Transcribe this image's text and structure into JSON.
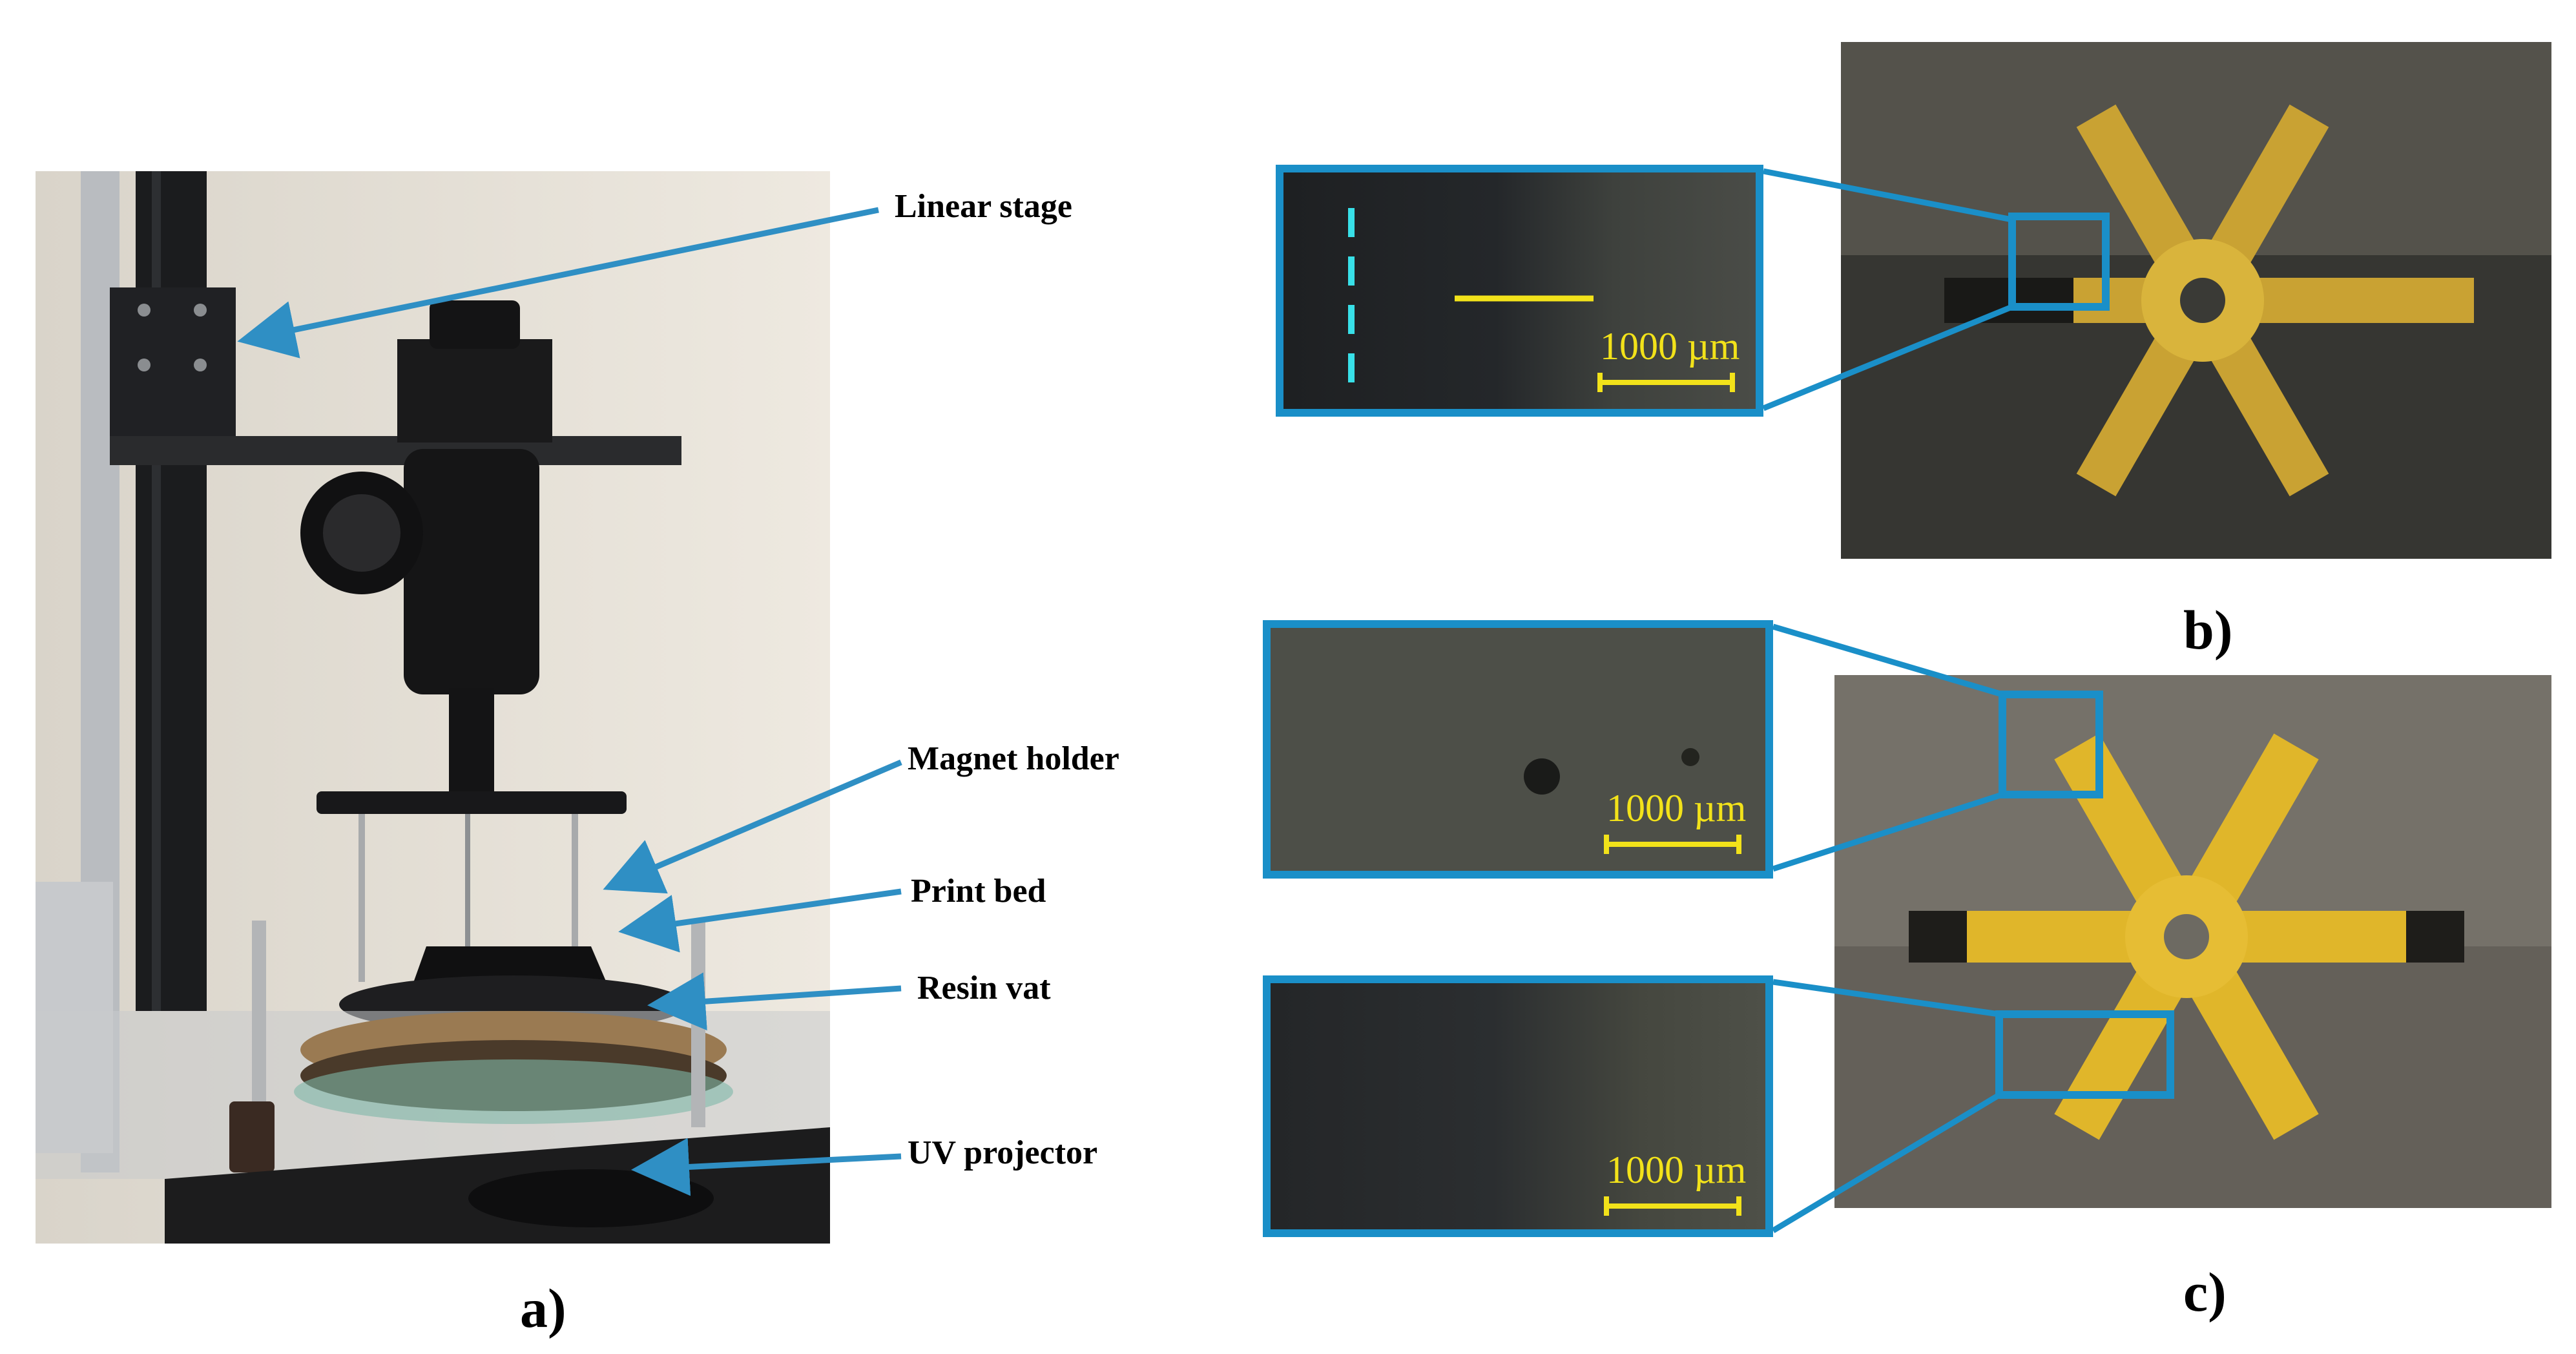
{
  "panel_a": {
    "label": "a)",
    "callouts": {
      "linear_stage": "Linear stage",
      "magnet_holder": "Magnet holder",
      "print_bed": "Print bed",
      "resin_vat": "Resin vat",
      "uv_projector": "UV projector"
    }
  },
  "panel_b": {
    "label": "b)",
    "scale_bar": "1000 µm"
  },
  "panel_c": {
    "label": "c)",
    "scale_bar_top": "1000 µm",
    "scale_bar_bottom": "1000 µm"
  },
  "colors": {
    "callout_blue": "#2f8fc4",
    "frame_blue": "#1a8fc8",
    "scale_yellow": "#f2e21a",
    "marker_cyan": "#38e0e8"
  }
}
